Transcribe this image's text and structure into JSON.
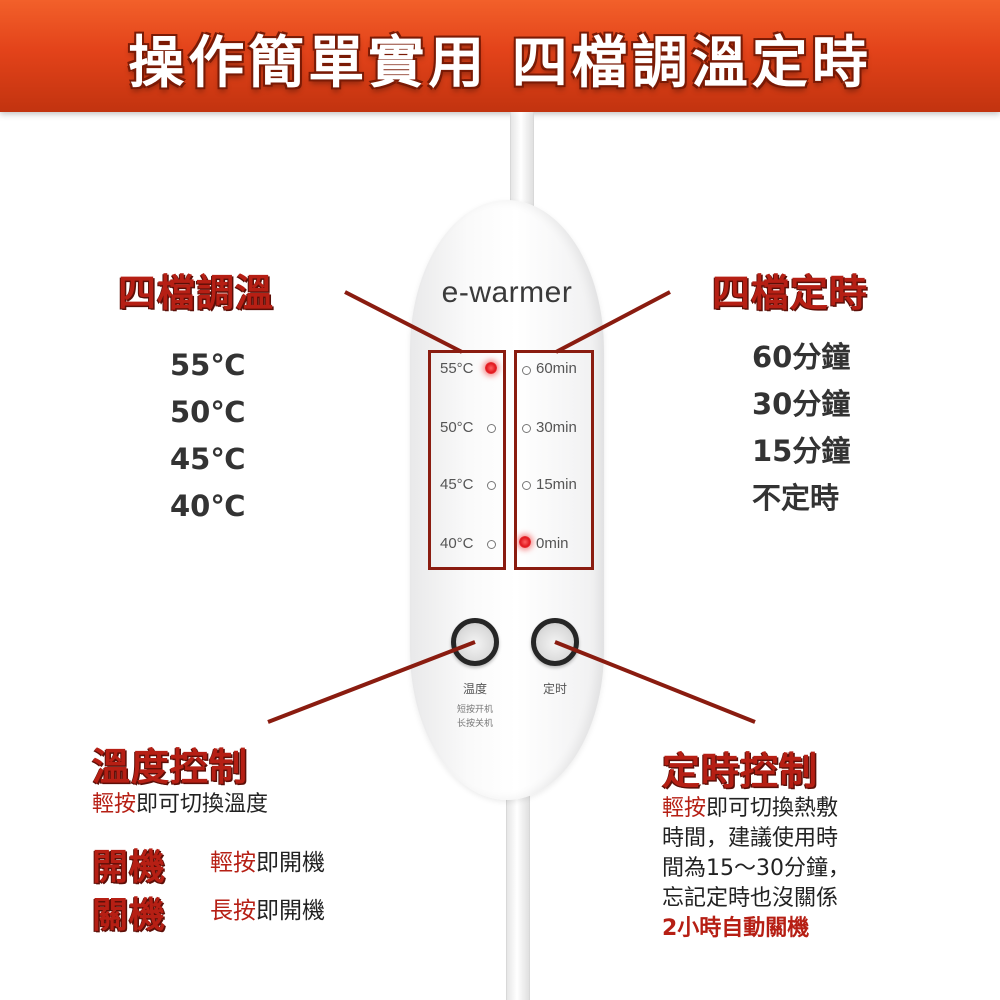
{
  "banner": {
    "title": "操作簡單實用 四檔調溫定時"
  },
  "device": {
    "brand": "e-warmer",
    "temp_levels": [
      "55°C",
      "50°C",
      "45°C",
      "40°C"
    ],
    "time_levels": [
      "60min",
      "30min",
      "15min",
      "0min"
    ],
    "active_temp": "55°C",
    "active_time": "0min",
    "temp_button_label": "温度",
    "temp_button_sub1": "短按开机",
    "temp_button_sub2": "长按关机",
    "time_button_label": "定时"
  },
  "temp_section": {
    "heading": "四檔調溫",
    "options": [
      "55℃",
      "50℃",
      "45℃",
      "40℃"
    ]
  },
  "time_section": {
    "heading": "四檔定時",
    "options": [
      "60分鐘",
      "30分鐘",
      "15分鐘",
      "不定時"
    ]
  },
  "temp_control": {
    "heading": "溫度控制",
    "desc_emph": "輕按",
    "desc_rest": "即可切換溫度",
    "power_on_heading": "開機",
    "power_on_emph": "輕按",
    "power_on_rest": "即開機",
    "power_off_heading": "關機",
    "power_off_emph": "長按",
    "power_off_rest": "即開機"
  },
  "time_control": {
    "heading": "定時控制",
    "desc_emph": "輕按",
    "line1_rest": "即可切換熱敷",
    "line2": "時間，建議使用時",
    "line3": "間為15～30分鐘，",
    "line4": "忘記定時也沒關係",
    "line5": "2小時自動關機"
  },
  "colors": {
    "banner": "#e3431a",
    "accent_red": "#b61f14",
    "box_border": "#8a1c10",
    "indicator_on": "#e0181e"
  }
}
